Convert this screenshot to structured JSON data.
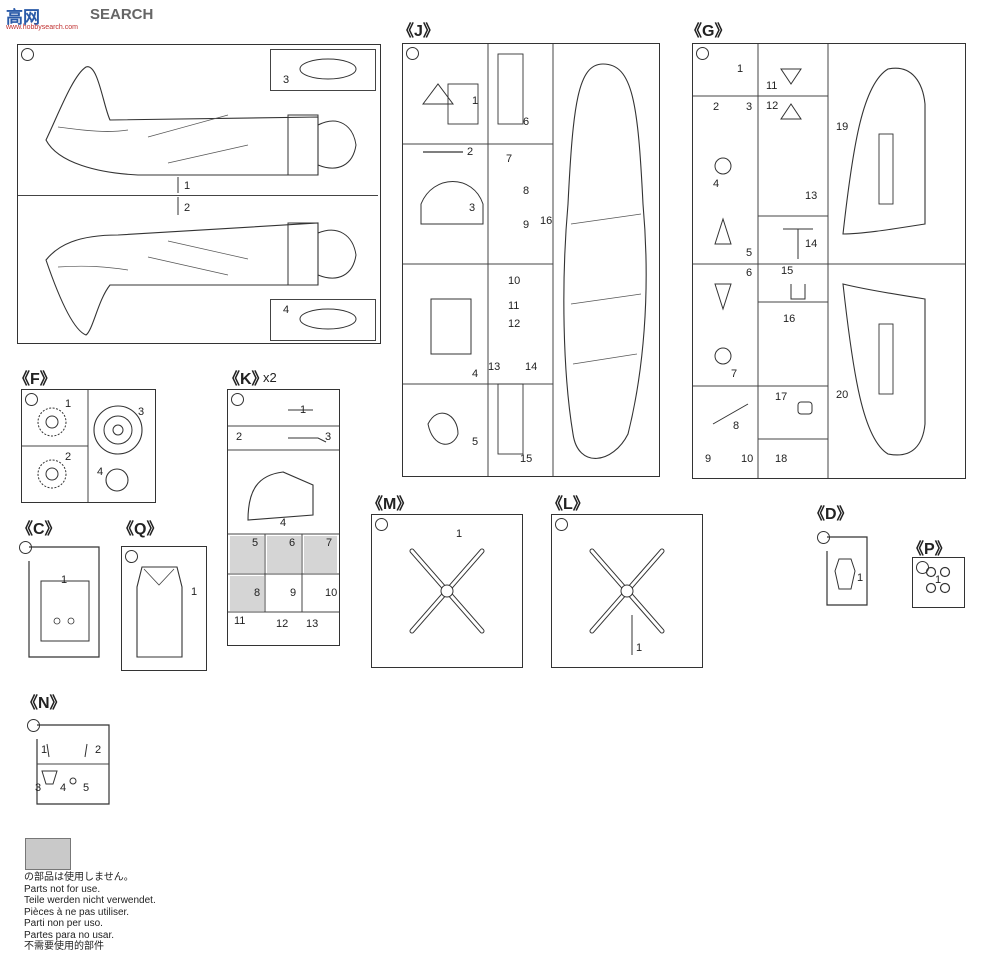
{
  "header": {
    "logo_text": "SEARCH",
    "logo_chars": "高网",
    "logo_site": "www.hobbysearch.com"
  },
  "sprues": {
    "J": {
      "label": "《J》",
      "parts": [
        "1",
        "2",
        "3",
        "4",
        "5",
        "6",
        "7",
        "8",
        "9",
        "10",
        "11",
        "12",
        "13",
        "14",
        "15",
        "16"
      ]
    },
    "G": {
      "label": "《G》",
      "parts": [
        "1",
        "2",
        "3",
        "4",
        "5",
        "6",
        "7",
        "8",
        "9",
        "10",
        "11",
        "12",
        "13",
        "14",
        "15",
        "16",
        "17",
        "18",
        "19",
        "20"
      ]
    },
    "F": {
      "label": "《F》",
      "parts": [
        "1",
        "2",
        "3",
        "4"
      ]
    },
    "K": {
      "label": "《K》",
      "qty": "x2",
      "parts": [
        "1",
        "2",
        "3",
        "4",
        "5",
        "6",
        "7",
        "8",
        "9",
        "10",
        "11",
        "12",
        "13"
      ]
    },
    "C": {
      "label": "《C》",
      "parts": [
        "1"
      ]
    },
    "Q": {
      "label": "《Q》",
      "parts": [
        "1"
      ]
    },
    "M": {
      "label": "《M》",
      "parts": [
        "1"
      ]
    },
    "L": {
      "label": "《L》",
      "parts": [
        "1"
      ]
    },
    "D": {
      "label": "《D》",
      "parts": [
        "1"
      ]
    },
    "P": {
      "label": "《P》",
      "parts": [
        "1"
      ]
    },
    "N": {
      "label": "《N》",
      "parts": [
        "1",
        "2",
        "3",
        "4",
        "5"
      ]
    },
    "fuselage": {
      "parts": [
        "1",
        "2",
        "3",
        "4"
      ]
    }
  },
  "legend": {
    "lines": [
      "の部品は使用しません。",
      "Parts not for use.",
      "Teile werden nicht verwendet.",
      "Pièces à ne pas utiliser.",
      "Parti non per uso.",
      "Partes para no usar.",
      "不需要使用的部件"
    ]
  }
}
